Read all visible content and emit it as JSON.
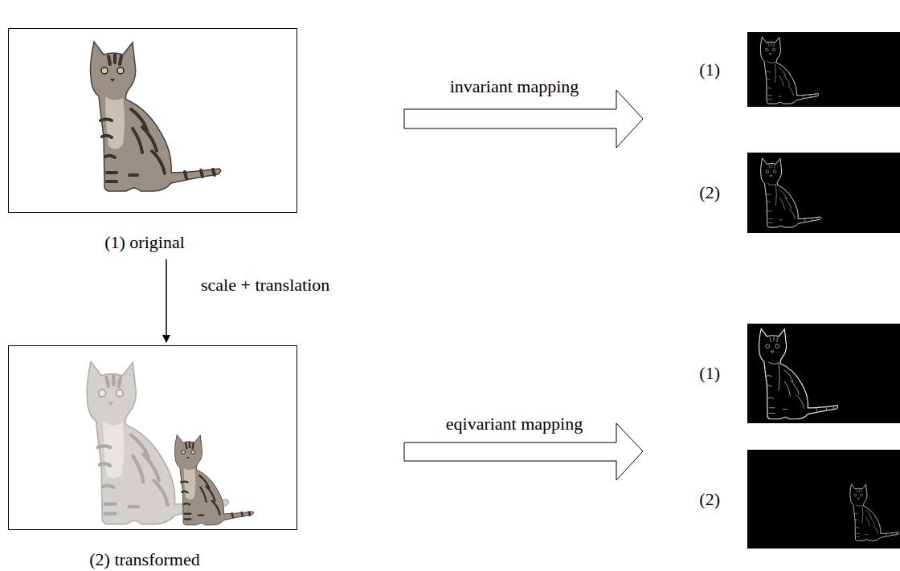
{
  "diagram": {
    "nodes": [
      {
        "text": [
          "(1) original"
        ]
      },
      {
        "text": [
          "(1)"
        ]
      },
      {
        "text": [
          "(2)"
        ]
      },
      {
        "text": [
          "(2) transformed"
        ]
      },
      {
        "text": [
          "(1)"
        ]
      },
      {
        "text": [
          "(2)"
        ]
      }
    ],
    "edges": [
      {
        "from": 0,
        "to": 3,
        "label": "scale + translation",
        "arrow": "to"
      }
    ],
    "labels": [
      "invariant mapping",
      "eqivariant mapping"
    ]
  }
}
